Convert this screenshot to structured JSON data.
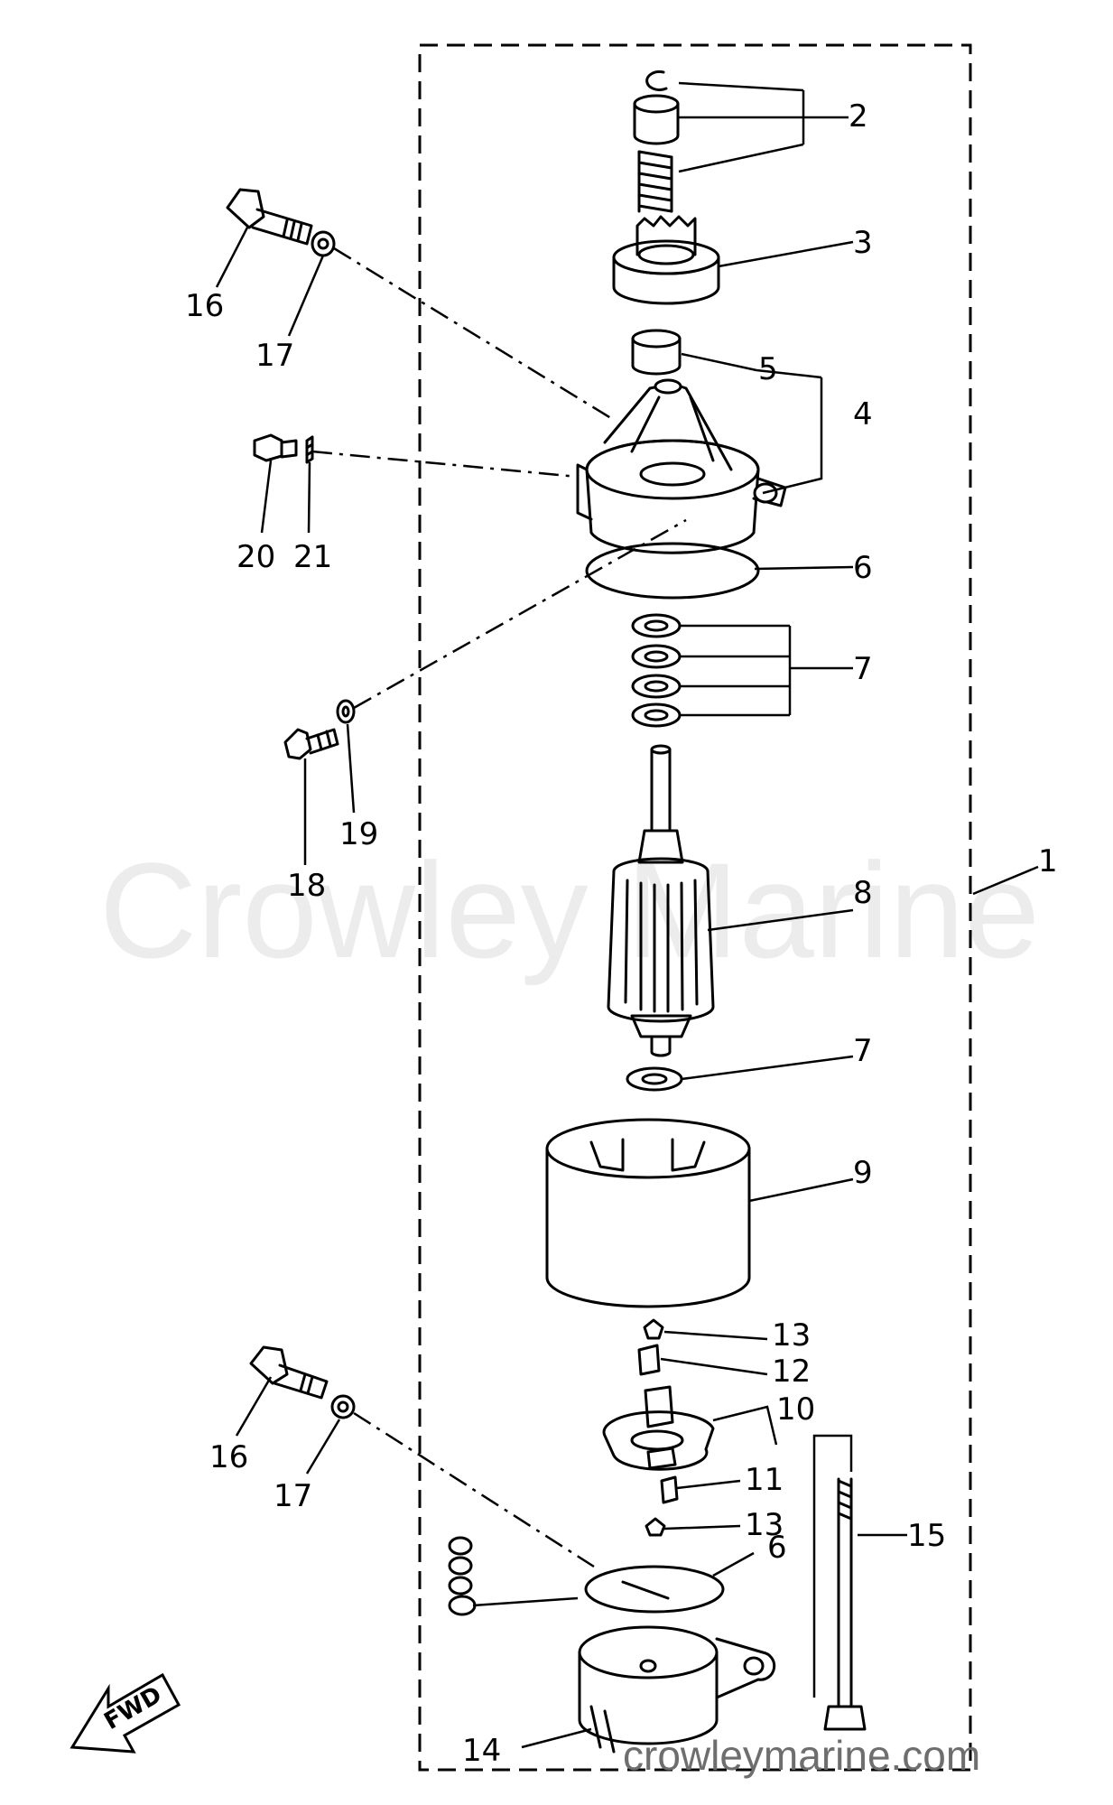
{
  "watermark": "Crowley Marine",
  "footer": "crowleymarine.com",
  "fwd_label": "FWD",
  "callouts": [
    "1",
    "2",
    "3",
    "4",
    "5",
    "6",
    "7",
    "8",
    "7",
    "9",
    "13",
    "12",
    "10",
    "11",
    "13",
    "6",
    "14",
    "15",
    "16",
    "17",
    "16",
    "17",
    "18",
    "19",
    "20",
    "21"
  ]
}
